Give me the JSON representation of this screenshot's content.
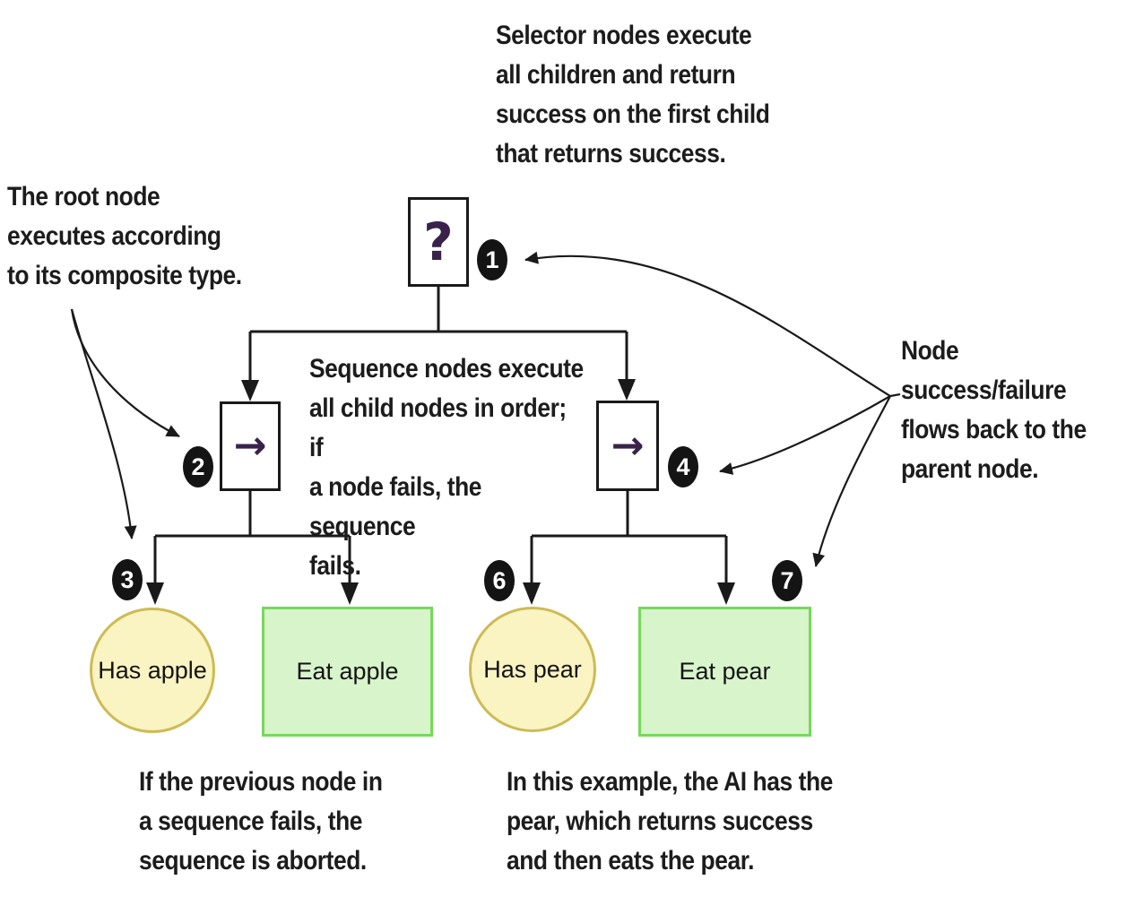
{
  "figure": {
    "notes": {
      "top": "Selector nodes execute\nall children and return\nsuccess on the first child\nthat returns success.",
      "left": "The root node\nexecutes according\nto its composite type.",
      "middle": "Sequence nodes execute\nall child nodes in order; if\na node fails, the sequence\nfails.",
      "right": "Node success/failure\nflows back to the\nparent node.",
      "bottom_left": "If the previous node in\na sequence fails, the\nsequence is aborted.",
      "bottom_right": "In this example, the AI has the\npear, which returns success\nand then eats the pear."
    },
    "nodes": {
      "root": {
        "kind": "selector",
        "glyph": "?"
      },
      "seq_left": {
        "kind": "sequence",
        "glyph": "→"
      },
      "seq_right": {
        "kind": "sequence",
        "glyph": "→"
      },
      "has_apple": {
        "label": "Has apple"
      },
      "eat_apple": {
        "label": "Eat apple"
      },
      "has_pear": {
        "label": "Has pear"
      },
      "eat_pear": {
        "label": "Eat pear"
      }
    },
    "badges": {
      "n1": "1",
      "n2": "2",
      "n3": "3",
      "n4": "4",
      "n6": "6",
      "n7": "7"
    },
    "tree": {
      "root": "selector ?",
      "children": [
        {
          "node": "sequence →",
          "children": [
            "Has apple",
            "Eat apple"
          ]
        },
        {
          "node": "sequence →",
          "children": [
            "Has pear",
            "Eat pear"
          ]
        }
      ]
    }
  },
  "colors": {
    "line": "#1a1a1a",
    "glyph_purple": "#39234a",
    "badge_bg": "#141414",
    "circle_fill": "#faf3c2",
    "circle_border": "#cdbb55",
    "rect_fill": "#d8f4cb",
    "rect_border": "#76d95b"
  }
}
